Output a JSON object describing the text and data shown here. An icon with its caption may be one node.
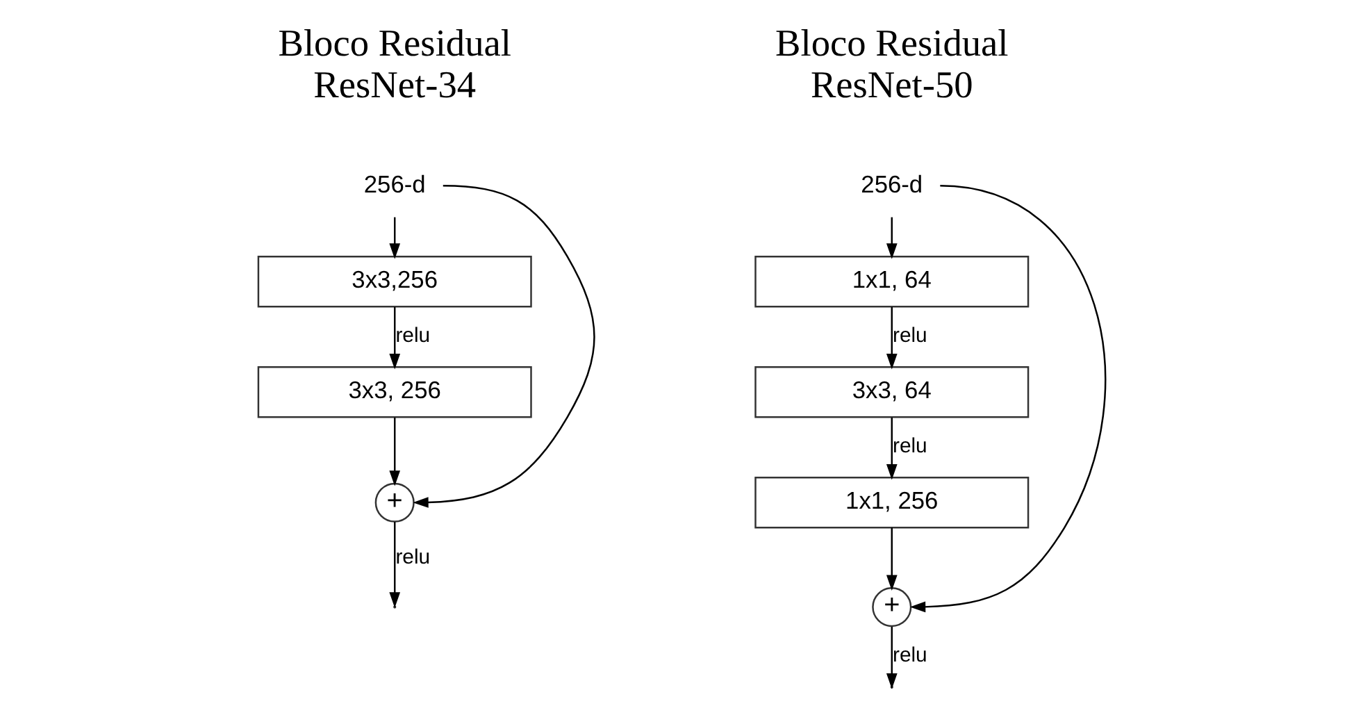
{
  "diagram": {
    "nodes": [
      {
        "text": [
          "256-d"
        ]
      },
      {
        "text": [
          "3x3,256"
        ]
      },
      {
        "text": [
          "3x3, 256"
        ]
      },
      {
        "text": [
          "+"
        ]
      },
      {
        "text": [
          "256-d"
        ]
      },
      {
        "text": [
          "1x1, 64"
        ]
      },
      {
        "text": [
          "3x3, 64"
        ]
      },
      {
        "text": [
          "1x1, 256"
        ]
      },
      {
        "text": [
          "+"
        ]
      }
    ],
    "edges": [
      {
        "from": 0,
        "to": 1,
        "arrow": "to"
      },
      {
        "from": 1,
        "to": 2,
        "arrow": "to",
        "label": "relu"
      },
      {
        "from": 2,
        "to": 3,
        "arrow": "to"
      },
      {
        "from": 0,
        "to": 3,
        "arrow": "to"
      },
      {
        "from": 3,
        "to": null,
        "arrow": "to",
        "label": "relu"
      },
      {
        "from": 4,
        "to": 5,
        "arrow": "to"
      },
      {
        "from": 5,
        "to": 6,
        "arrow": "to",
        "label": "relu"
      },
      {
        "from": 6,
        "to": 7,
        "arrow": "to",
        "label": "relu"
      },
      {
        "from": 7,
        "to": 8,
        "arrow": "to"
      },
      {
        "from": 4,
        "to": 8,
        "arrow": "to"
      },
      {
        "from": 8,
        "to": null,
        "arrow": "to",
        "label": "relu"
      }
    ],
    "labels": [
      "Bloco Residual ResNet-34",
      "Bloco Residual ResNet-50"
    ]
  }
}
